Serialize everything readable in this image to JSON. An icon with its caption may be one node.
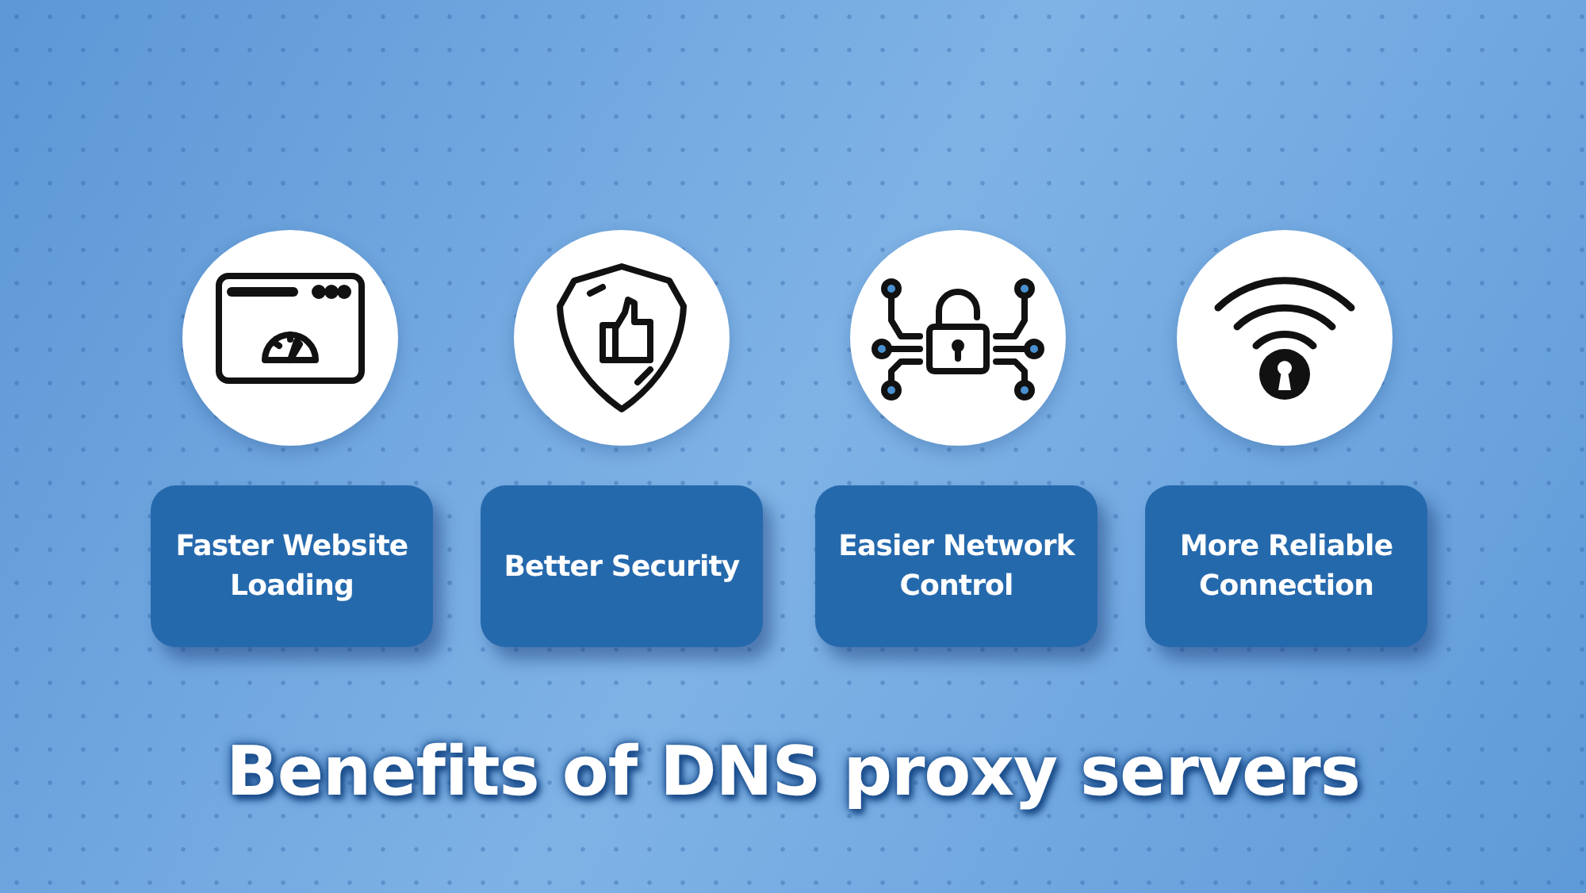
{
  "diagram": {
    "title": "Benefits of DNS proxy servers",
    "nodes": [
      {
        "text": [],
        "shape": "circle"
      },
      {
        "text": [],
        "shape": "circle"
      },
      {
        "text": [],
        "shape": "circle"
      },
      {
        "text": [],
        "shape": "circle"
      },
      {
        "text": [
          "Faster Website Loading"
        ]
      },
      {
        "text": [
          "Better Security"
        ]
      },
      {
        "text": [
          "Easier Network Control"
        ]
      },
      {
        "text": [
          "More Reliable Connection"
        ]
      }
    ]
  }
}
